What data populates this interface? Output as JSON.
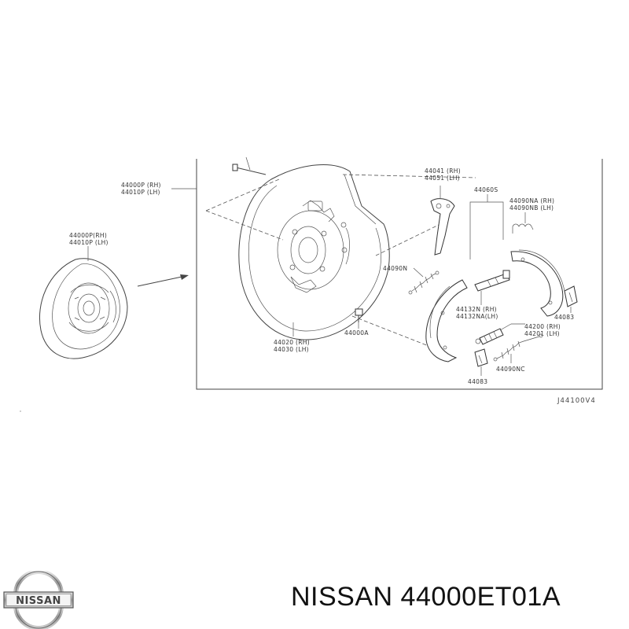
{
  "diagram": {
    "callouts": {
      "p44000p_rh": "44000P (RH)",
      "p44010p_lh": "44010P (LH)",
      "p44000p_rh_small": "44000P(RH)",
      "p44010p_lh_small": "44010P (LH)",
      "p44020_rh": "44020 (RH)",
      "p44030_lh": "44030 (LH)",
      "p44000a": "44000A",
      "p44041_rh": "44041 (RH)",
      "p44051_lh": "44051 (LH)",
      "p44060s": "44060S",
      "p44090na_rh": "44090NA (RH)",
      "p44090nb_lh": "44090NB (LH)",
      "p44090n": "44090N",
      "p44132n_rh": "44132N (RH)",
      "p44132na_lh": "44132NA(LH)",
      "p44083_right": "44083",
      "p44200_rh": "44200 (RH)",
      "p44201_lh": "44201 (LH)",
      "p44090nc": "44090NC",
      "p44083_bottom": "44083"
    },
    "figure_code": "J44100V4"
  },
  "brand": {
    "logo_text": "NISSAN",
    "caption": "NISSAN 44000ET01A"
  }
}
